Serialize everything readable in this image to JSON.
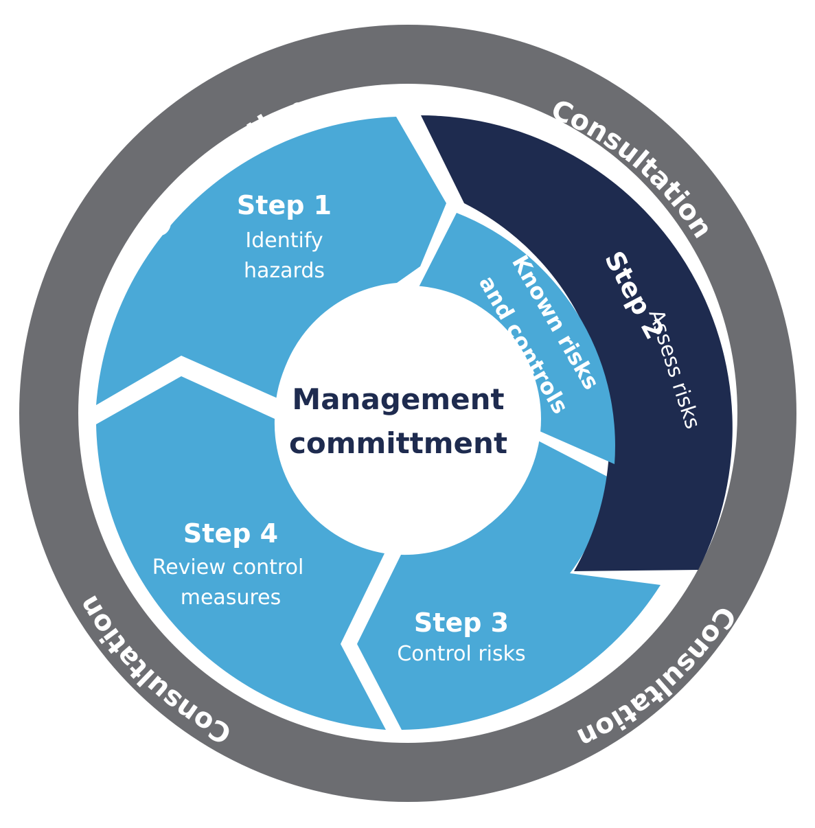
{
  "colors": {
    "ring": "#6c6d71",
    "step_light": "#4aa9d7",
    "step_dark": "#1e2b4f",
    "center_text": "#1e2b4f",
    "white": "#ffffff"
  },
  "ring": {
    "labels": [
      "Consultation",
      "Consultation",
      "Consultation",
      "Consultation"
    ]
  },
  "center": {
    "line1": "Management",
    "line2": "committment"
  },
  "steps": [
    {
      "title": "Step 1",
      "lines": [
        "Identify",
        "hazards"
      ]
    },
    {
      "title": "Step 2",
      "lines": [
        "Assess risks"
      ]
    },
    {
      "title": "Step 3",
      "lines": [
        "Control risks"
      ]
    },
    {
      "title": "Step 4",
      "lines": [
        "Review control",
        "measures"
      ]
    }
  ],
  "known": {
    "line1": "Known risks",
    "line2": "and controls"
  }
}
